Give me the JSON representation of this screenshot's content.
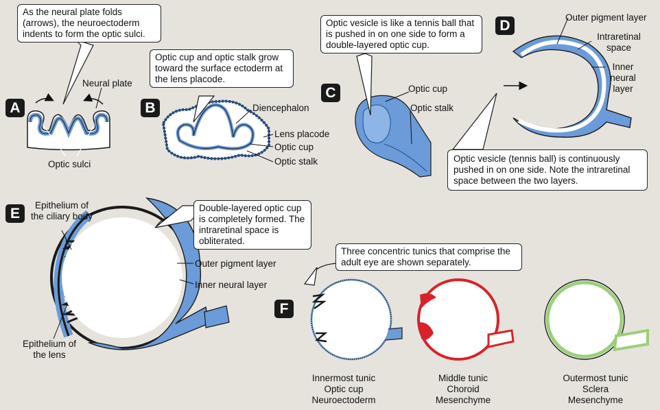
{
  "panels": {
    "a": {
      "letter": "A",
      "callout": "As the neural plate folds (arrows), the neuroectoderm indents to form the optic sulci.",
      "neural_plate": "Neural plate",
      "optic_sulci": "Optic sulci"
    },
    "b": {
      "letter": "B",
      "callout": "Optic cup and optic stalk grow toward the surface ectoderm at the lens placode.",
      "diencephalon": "Diencephalon",
      "lens_placode": "Lens placode",
      "optic_cup": "Optic cup",
      "optic_stalk": "Optic stalk"
    },
    "c": {
      "letter": "C",
      "callout": "Optic vesicle is like a tennis ball that is pushed in on one side to form a double-layered optic cup.",
      "optic_cup": "Optic cup",
      "optic_stalk": "Optic stalk"
    },
    "d": {
      "letter": "D",
      "outer_pigment": "Outer pigment layer",
      "intraretinal": "Intraretinal space",
      "inner_neural": "Inner neural layer",
      "callout": "Optic vesicle (tennis ball) is continuously pushed in on one side. Note the intraretinal space between the two layers."
    },
    "e": {
      "letter": "E",
      "callout": "Double-layered optic cup is completely formed. The intraretinal space is obliterated.",
      "ciliary": "Epithelium of the ciliary body",
      "lens": "Epithelium of the lens",
      "outer_pigment": "Outer pigment layer",
      "inner_neural": "Inner neural layer"
    },
    "f": {
      "letter": "F",
      "callout": "Three concentric tunics that comprise the adult eye are shown separately.",
      "tunics": [
        {
          "line1": "Innermost tunic",
          "line2": "Optic cup",
          "line3": "Neuroectoderm"
        },
        {
          "line1": "Middle tunic",
          "line2": "Choroid",
          "line3": "Mesenchyme"
        },
        {
          "line1": "Outermost tunic",
          "line2": "Sclera",
          "line3": "Mesenchyme"
        }
      ]
    }
  },
  "colors": {
    "background": "#e6e3dd",
    "neural_blue": "#6b9bd8",
    "light_blue": "#bcd6f2",
    "dark_blue": "#1f4f8f",
    "choroid_red": "#d8222a",
    "sclera_green": "#9ccf7a",
    "outline": "#1a1a1a"
  }
}
